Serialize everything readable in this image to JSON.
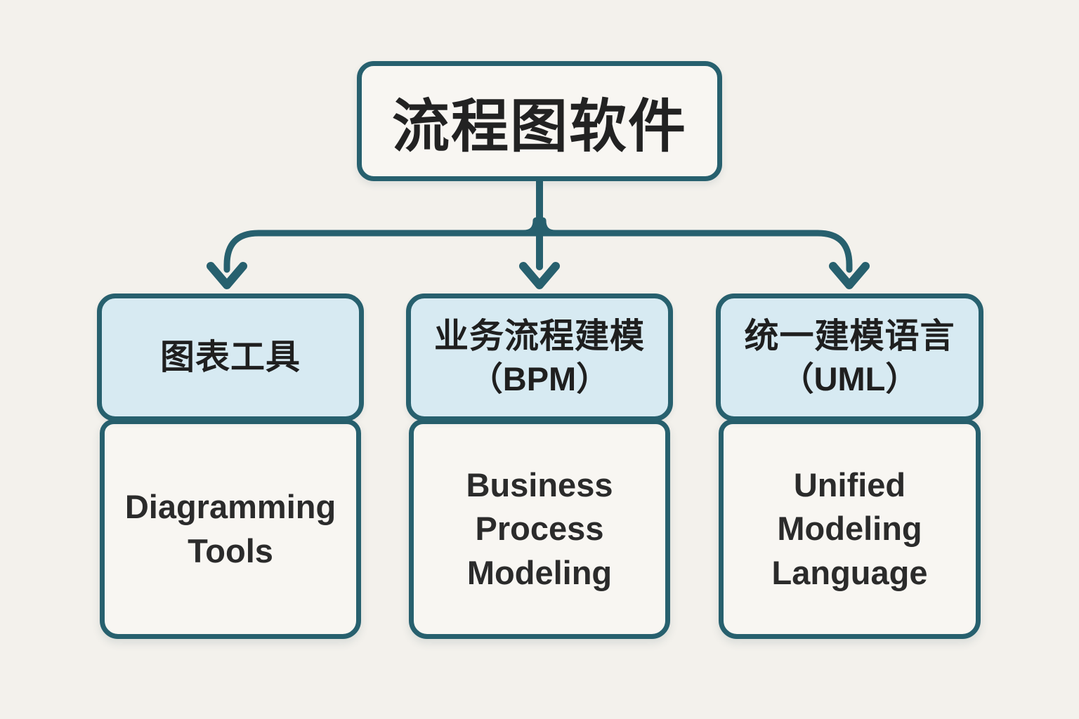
{
  "colors": {
    "bg": "#f3f1ec",
    "line": "#27606e",
    "header_fill": "#d7eaf2",
    "card_fill": "#f8f6f2",
    "text": "#262626"
  },
  "root": {
    "title": "流程图软件"
  },
  "nodes": [
    {
      "id": "diagramming-tools",
      "header_zh": "图表工具",
      "header_sub": "",
      "body_en": "Diagramming Tools"
    },
    {
      "id": "bpm",
      "header_zh": "业务流程建模",
      "header_sub": "（BPM）",
      "body_en": "Business Process Modeling"
    },
    {
      "id": "uml",
      "header_zh": "统一建模语言",
      "header_sub": "（UML）",
      "body_en": "Unified Modeling Language"
    }
  ]
}
